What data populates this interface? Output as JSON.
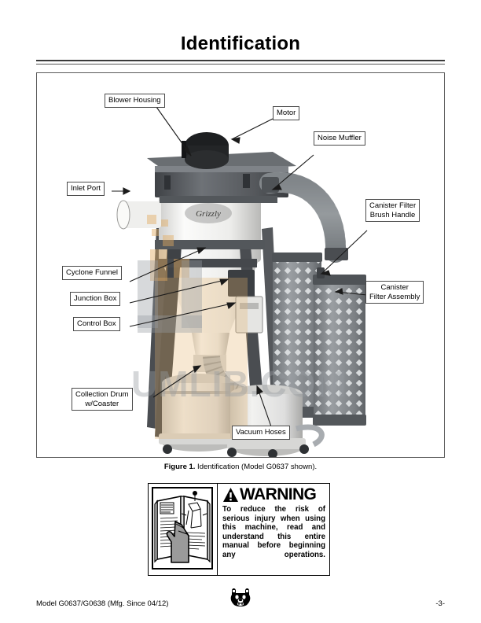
{
  "page": {
    "title": "Identification"
  },
  "figure": {
    "caption_label": "Figure 1.",
    "caption_text": " Identification (Model G0637 shown).",
    "watermark_text": "UMLIB.COM",
    "callouts": [
      {
        "id": "blower-housing",
        "label": "Blower Housing"
      },
      {
        "id": "motor",
        "label": "Motor"
      },
      {
        "id": "noise-muffler",
        "label": "Noise Muffler"
      },
      {
        "id": "inlet-port",
        "label": "Inlet Port"
      },
      {
        "id": "canister-filter-brush-handle",
        "label": "Canister Filter\nBrush Handle"
      },
      {
        "id": "cyclone-funnel",
        "label": "Cyclone Funnel"
      },
      {
        "id": "canister-filter-assembly",
        "label": "Canister\nFilter Assembly"
      },
      {
        "id": "junction-box",
        "label": "Junction Box"
      },
      {
        "id": "control-box",
        "label": "Control Box"
      },
      {
        "id": "collection-drum",
        "label": "Collection Drum\nw/Coaster"
      },
      {
        "id": "vacuum-hoses",
        "label": "Vacuum Hoses"
      }
    ]
  },
  "warning": {
    "title": "WARNING",
    "body": "To reduce the risk of serious injury when using this machine, read and understand this entire manual before beginning any operations.",
    "icon": "warning-triangle-icon",
    "illustration": "read-manual-icon"
  },
  "footer": {
    "model_text": "Model G0637/G0638 (Mfg. Since 04/12)",
    "page_number": "-3-",
    "logo": "grizzly-bear-logo"
  },
  "colors": {
    "ink": "#000000",
    "rule": "#3a3a3a",
    "frame": "#5a5a5a",
    "watermark_gray": "#969ba0",
    "watermark_orange": "#e2aa60",
    "machine_dark": "#4e5155",
    "machine_mid": "#7b7f84",
    "machine_light": "#e9e9e7",
    "filter_gray": "#8b8f93"
  }
}
